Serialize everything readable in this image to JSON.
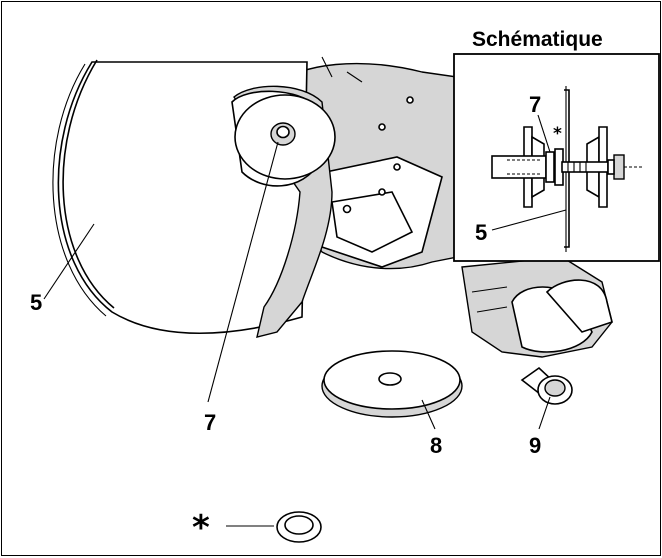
{
  "schematic": {
    "title": "Schématique",
    "label_washer": "7",
    "label_blade": "5",
    "label_spacer": "*"
  },
  "callouts": {
    "blade": "5",
    "washer": "7",
    "flange": "8",
    "bolt": "9",
    "spacer_marker": "*"
  }
}
